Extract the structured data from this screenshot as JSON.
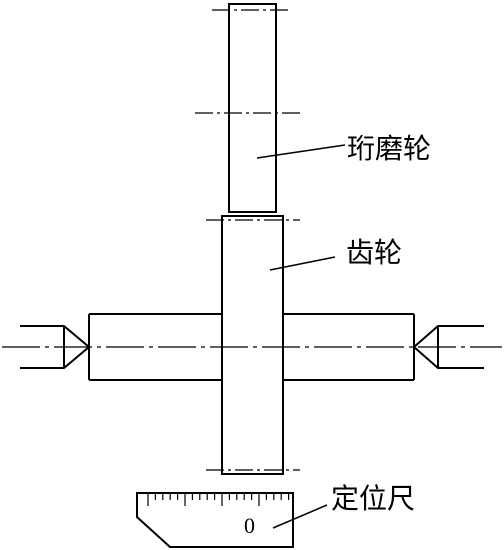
{
  "labels": {
    "hone_wheel": "珩磨轮",
    "gear": "齿轮",
    "locating_ruler": "定位尺"
  },
  "ruler": {
    "zero_mark": "0"
  }
}
